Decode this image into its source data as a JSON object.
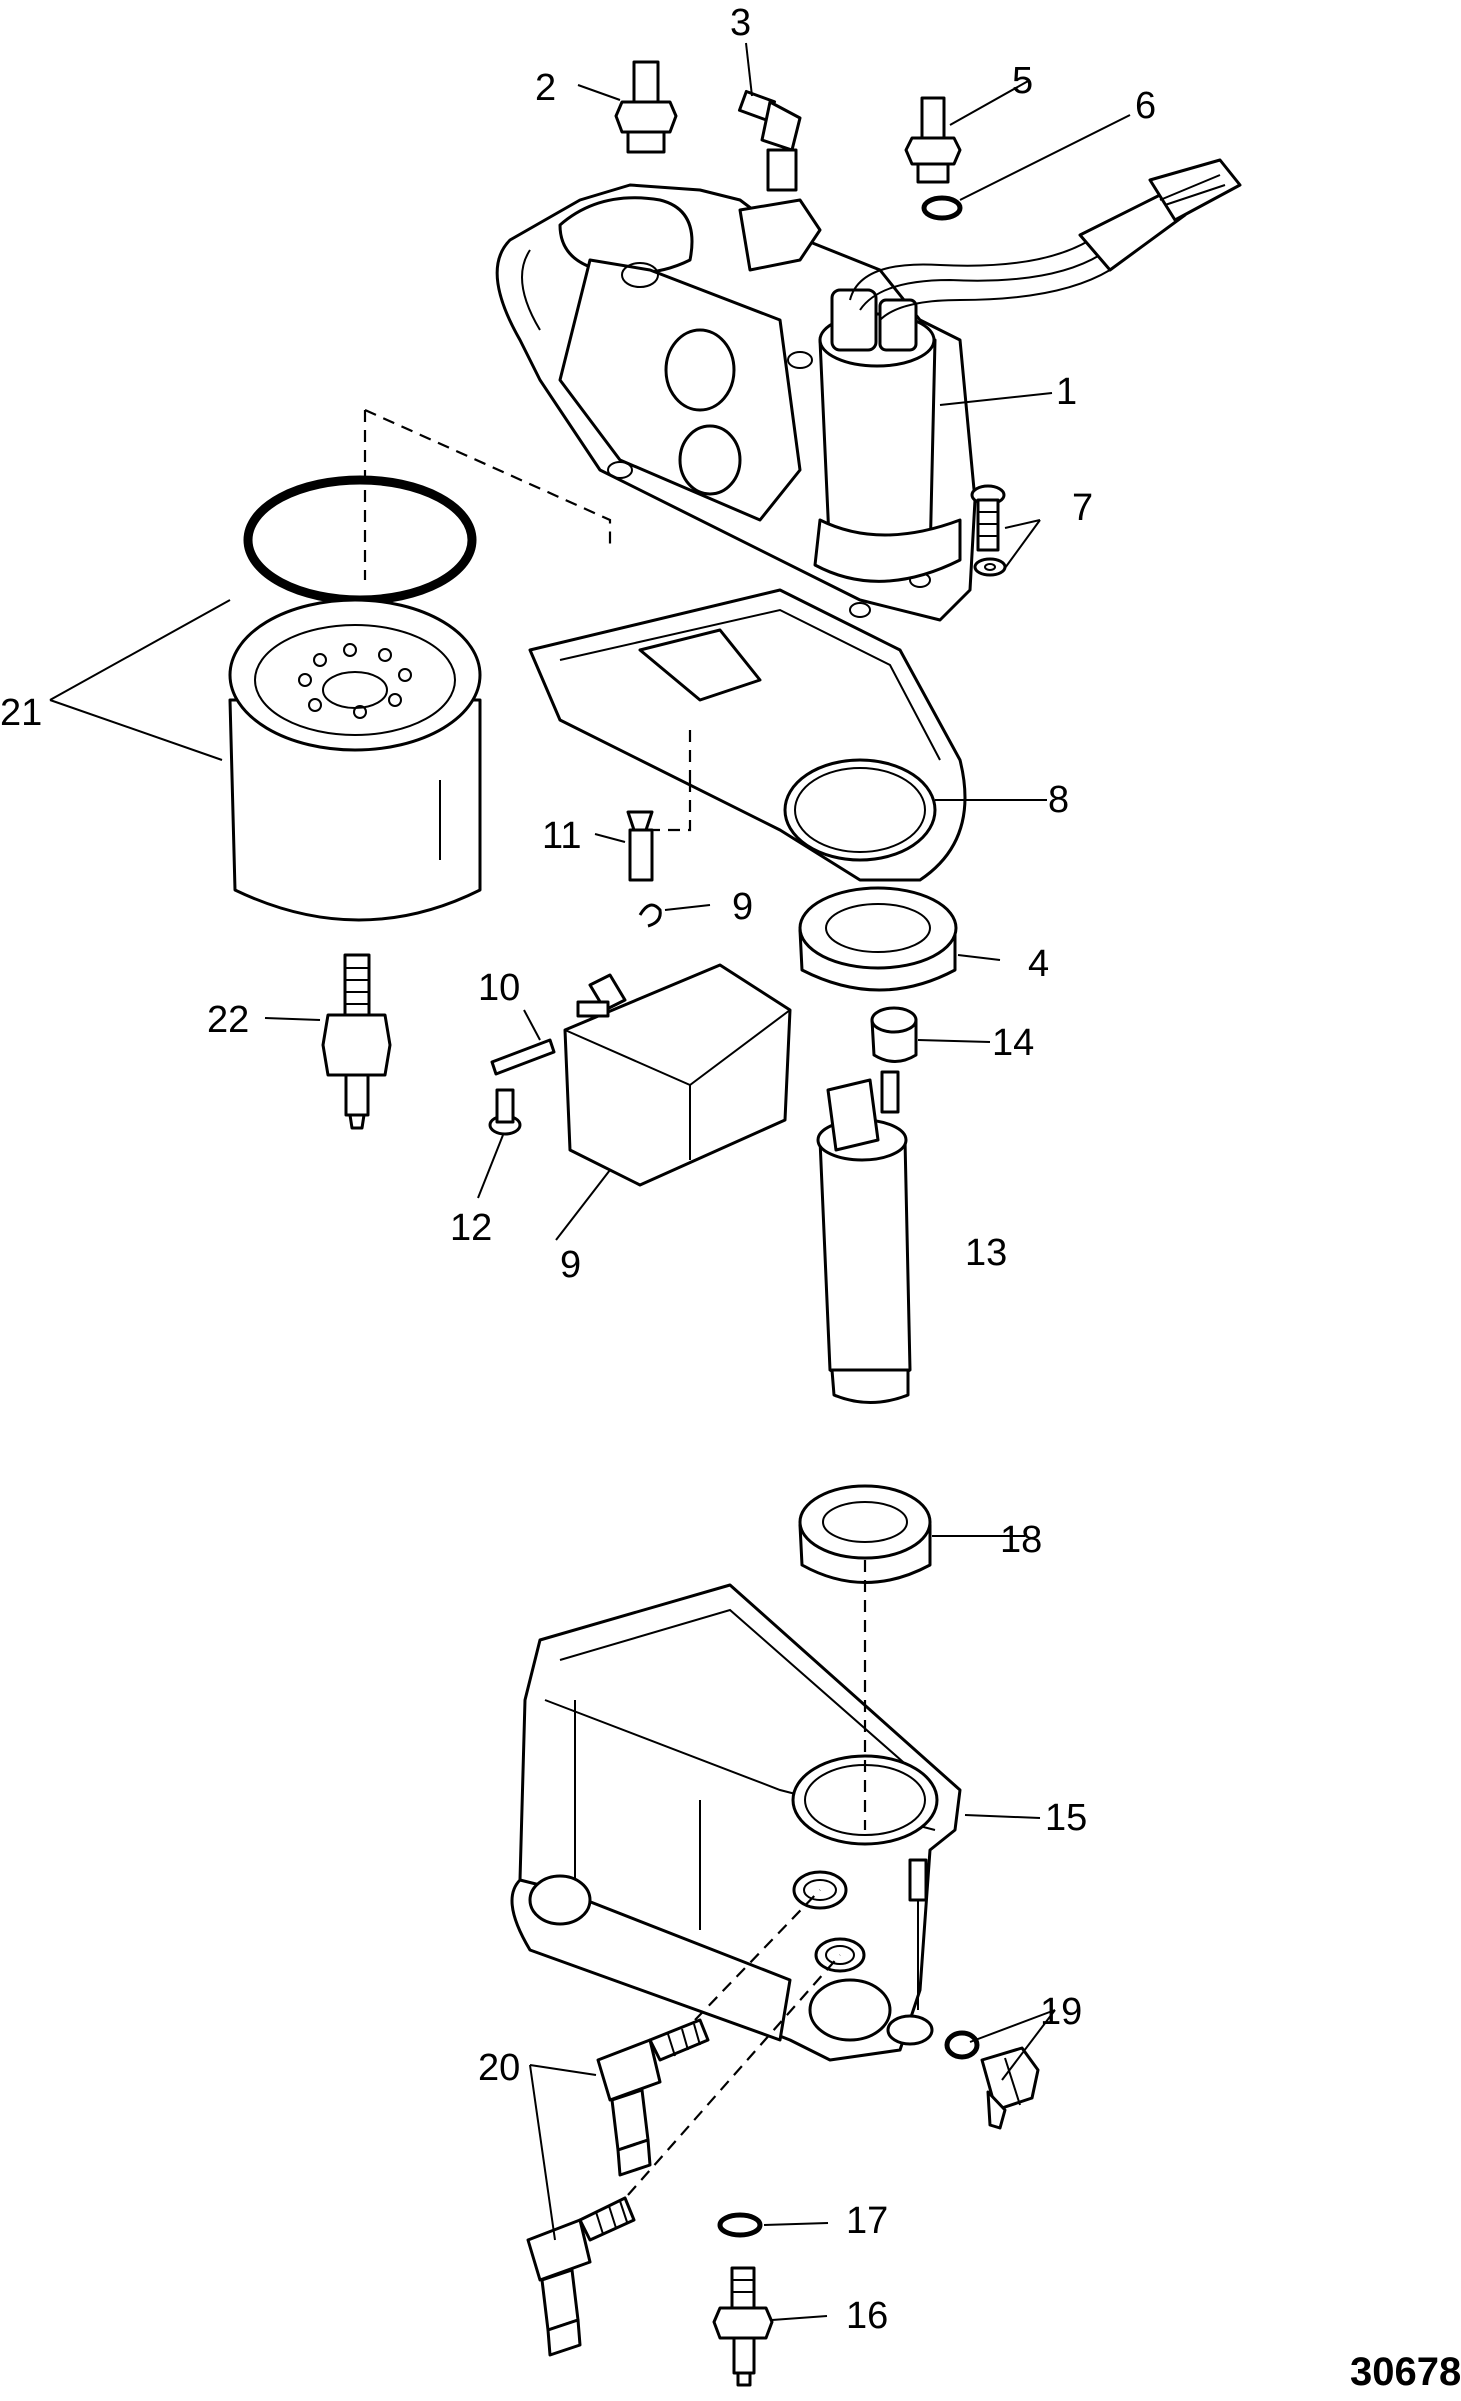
{
  "labels": {
    "l1": "1",
    "l2": "2",
    "l3": "3",
    "l4": "4",
    "l5": "5",
    "l6": "6",
    "l7": "7",
    "l8": "8",
    "l9a": "9",
    "l9b": "9",
    "l10": "10",
    "l11": "11",
    "l12": "12",
    "l13": "13",
    "l14": "14",
    "l15": "15",
    "l16": "16",
    "l17": "17",
    "l18": "18",
    "l19": "19",
    "l20": "20",
    "l21": "21",
    "l22": "22"
  },
  "figure_number": "30678"
}
